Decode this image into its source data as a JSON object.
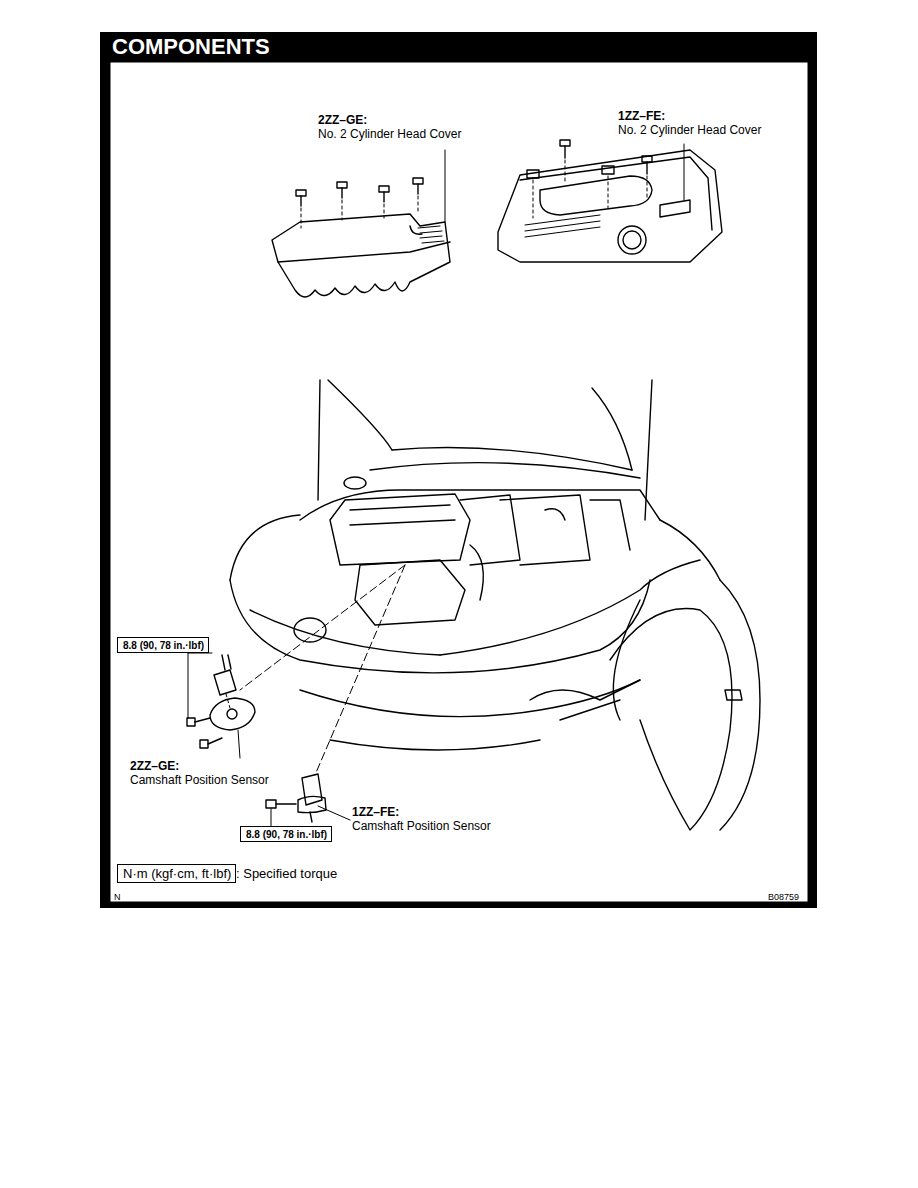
{
  "diagram": {
    "title": "COMPONENTS",
    "nodes": [
      {
        "text": [
          "8.8 (90, 78 in.·lbf)"
        ]
      },
      {
        "text": [
          "8.8 (90, 78 in.·lbf)"
        ]
      },
      {
        "text": [
          "N·m (kgf·cm, ft·lbf)"
        ]
      }
    ],
    "labels": [
      "2ZZ–GE:",
      "No. 2 Cylinder Head Cover",
      "1ZZ–FE:",
      "No. 2 Cylinder Head Cover",
      "2ZZ–GE:",
      "Camshaft Position Sensor",
      "1ZZ–FE:",
      "Camshaft Position Sensor",
      ": Specified torque",
      "N",
      "B08759"
    ]
  }
}
